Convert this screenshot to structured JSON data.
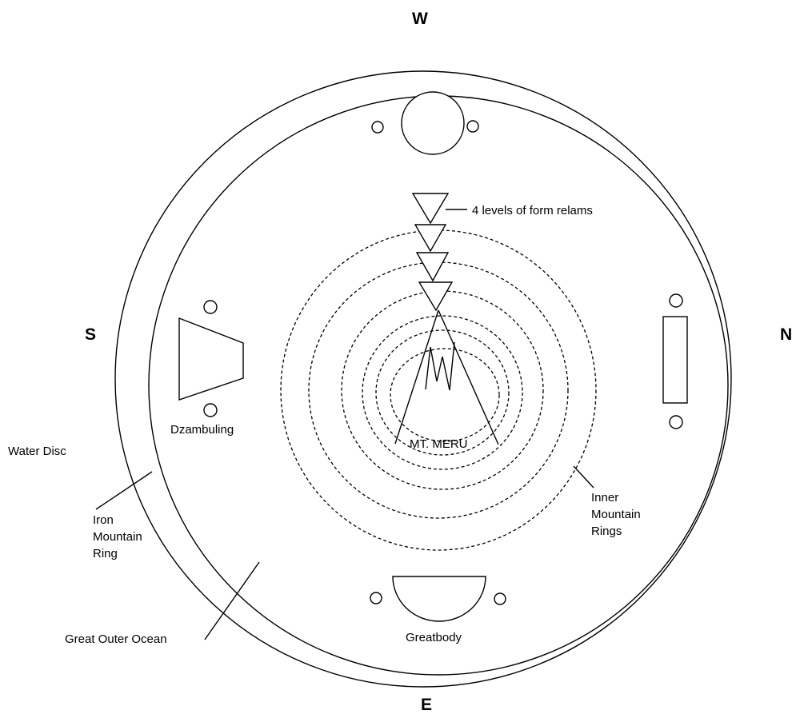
{
  "directions": {
    "west": "W",
    "east": "E",
    "south": "S",
    "north": "N"
  },
  "labels": {
    "form_realms": "4 levels of form relams",
    "mt_meru": "MT. MERU",
    "inner_rings": [
      "Inner",
      "Mountain",
      "Rings"
    ],
    "iron_ring": [
      "Iron",
      "Mountain",
      "Ring"
    ],
    "water_disc": "Water Disc",
    "great_outer_ocean": "Great Outer Ocean",
    "dzambuling": "Dzambuling",
    "greatbody": "Greatbody"
  },
  "ring_count": 6,
  "form_realm_levels": 4
}
